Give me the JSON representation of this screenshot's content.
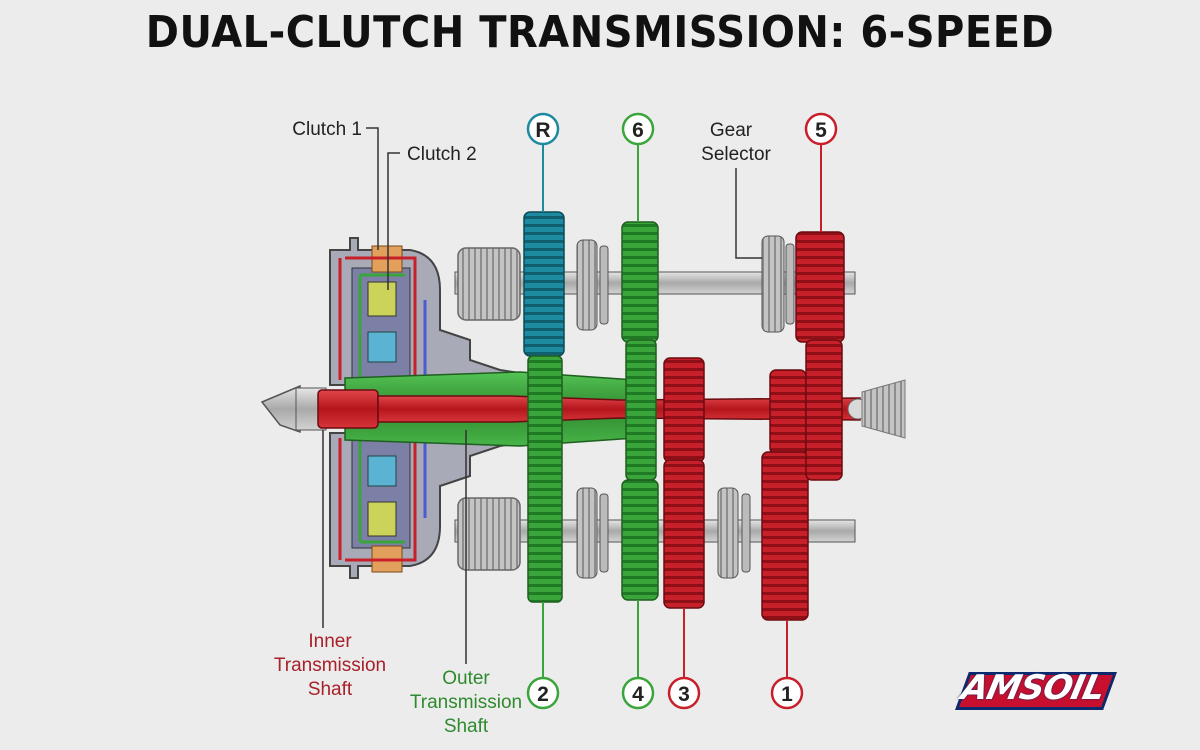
{
  "title": "DUAL-CLUTCH TRANSMISSION: 6-SPEED",
  "labels": {
    "clutch1": "Clutch 1",
    "clutch2": "Clutch 2",
    "gear_selector_line1": "Gear",
    "gear_selector_line2": "Selector",
    "inner_shaft_line1": "Inner",
    "inner_shaft_line2": "Transmission",
    "inner_shaft_line3": "Shaft",
    "outer_shaft_line1": "Outer",
    "outer_shaft_line2": "Transmission",
    "outer_shaft_line3": "Shaft"
  },
  "gear_badges": {
    "reverse": "R",
    "sixth": "6",
    "fifth": "5",
    "second": "2",
    "fourth": "4",
    "third": "3",
    "first": "1"
  },
  "colors": {
    "inner_shaft": "#c8202a",
    "outer_shaft": "#3aa53a",
    "reverse_gear": "#1d8aa0",
    "steel": "#b8b8b8",
    "label_red": "#a8202a",
    "label_green": "#2f8a2f"
  },
  "logo": {
    "text": "AMSOIL"
  }
}
